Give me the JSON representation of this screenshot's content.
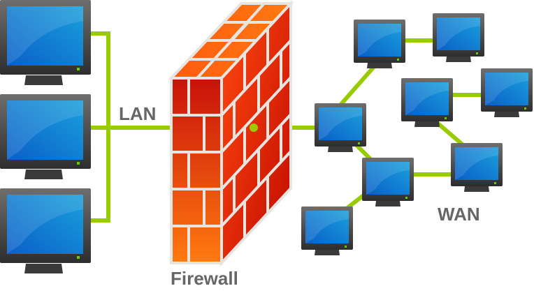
{
  "diagram": {
    "title": "LAN - Firewall - WAN network diagram",
    "labels": {
      "lan": "LAN",
      "wan": "WAN",
      "firewall": "Firewall"
    },
    "colors": {
      "link": "#99cc00",
      "screen": "#1a7fd6",
      "bezel": "#4a4a4a",
      "brick": "#e8401a",
      "mortar": "#e0dcd8",
      "label": "#666666",
      "power_led": "#66cc00"
    },
    "lan_nodes": [
      {
        "id": "lan-pc-1",
        "icon": "monitor-icon"
      },
      {
        "id": "lan-pc-2",
        "icon": "monitor-icon"
      },
      {
        "id": "lan-pc-3",
        "icon": "monitor-icon"
      }
    ],
    "wan_nodes": [
      {
        "id": "wan-pc-1",
        "icon": "monitor-icon"
      },
      {
        "id": "wan-pc-2",
        "icon": "monitor-icon"
      },
      {
        "id": "wan-pc-3",
        "icon": "monitor-icon"
      },
      {
        "id": "wan-pc-4",
        "icon": "monitor-icon"
      },
      {
        "id": "wan-pc-5",
        "icon": "monitor-icon"
      },
      {
        "id": "wan-pc-6",
        "icon": "monitor-icon"
      },
      {
        "id": "wan-pc-7",
        "icon": "monitor-icon"
      },
      {
        "id": "wan-pc-8",
        "icon": "monitor-icon"
      }
    ],
    "wan_links": [
      [
        "wan-pc-5",
        "wan-pc-1"
      ],
      [
        "wan-pc-1",
        "wan-pc-2"
      ],
      [
        "wan-pc-3",
        "wan-pc-4"
      ],
      [
        "wan-pc-3",
        "wan-pc-7"
      ],
      [
        "wan-pc-5",
        "wan-pc-6"
      ],
      [
        "wan-pc-6",
        "wan-pc-7"
      ],
      [
        "wan-pc-6",
        "wan-pc-8"
      ]
    ],
    "firewall_icon": "brick-wall-icon"
  }
}
